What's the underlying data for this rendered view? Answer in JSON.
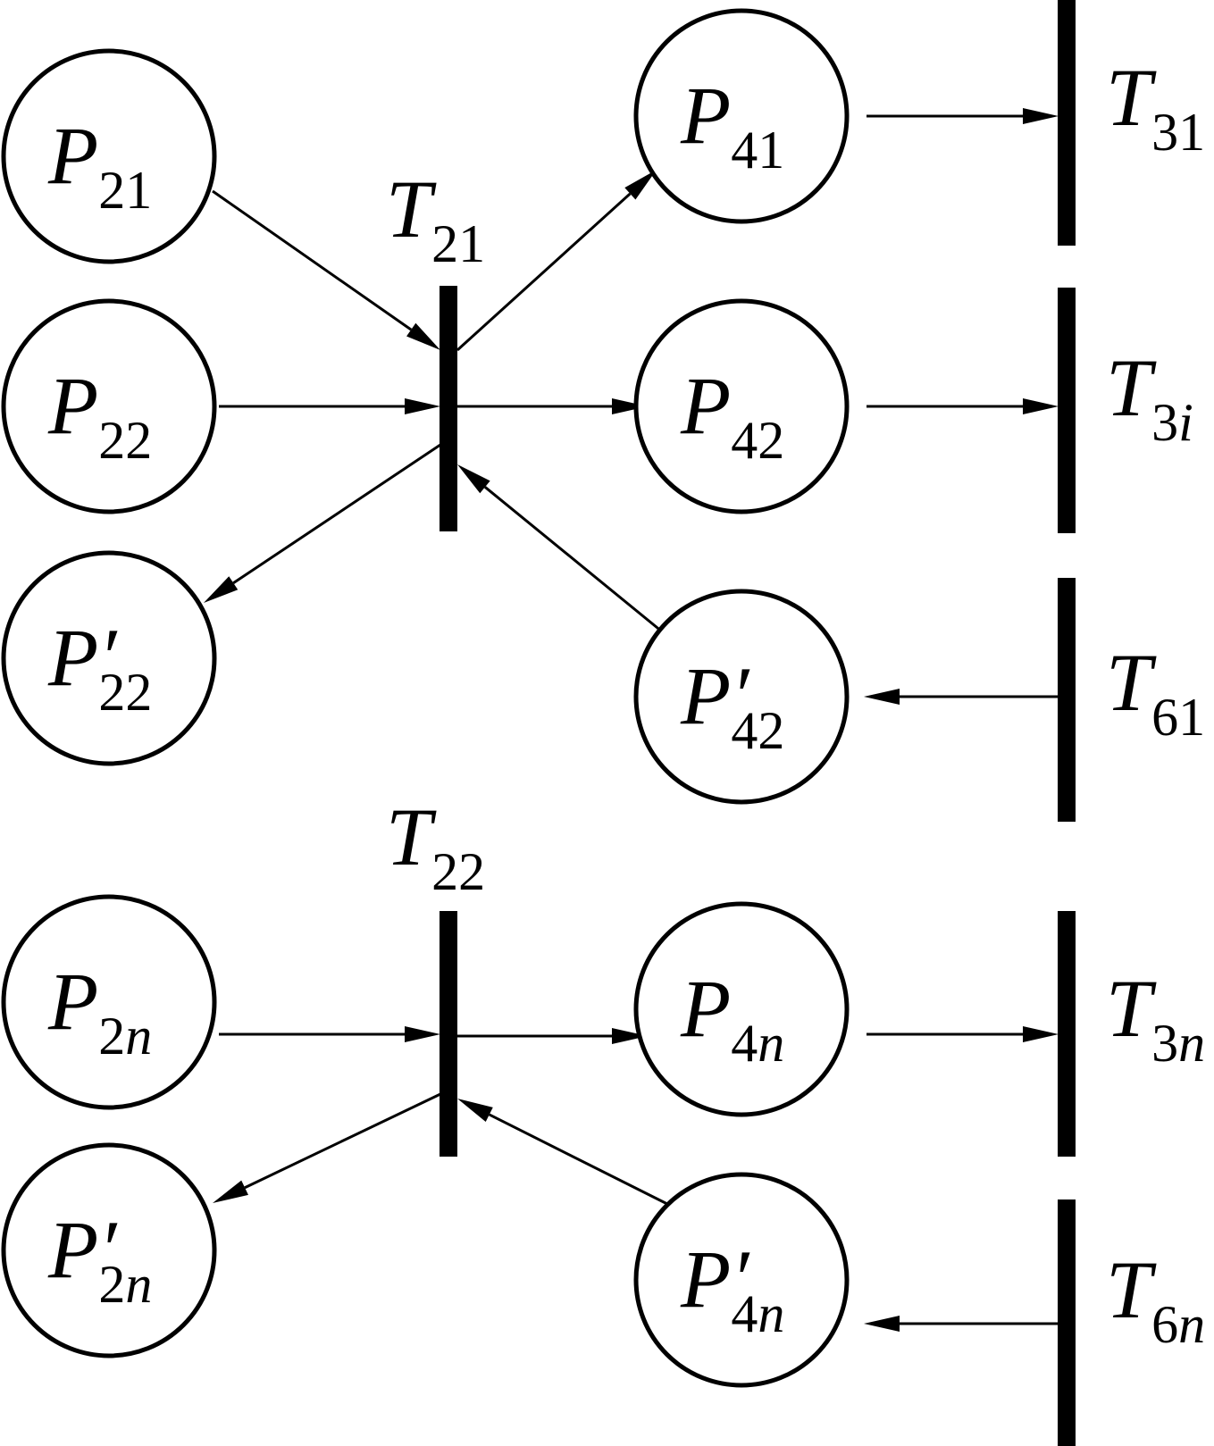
{
  "diagram": {
    "type": "petri-net",
    "colors": {
      "stroke": "#000000",
      "background": "#ffffff"
    },
    "places": [
      {
        "id": "P21",
        "main": "P",
        "prime": "",
        "sub": "21"
      },
      {
        "id": "P22",
        "main": "P",
        "prime": "",
        "sub": "22"
      },
      {
        "id": "P22p",
        "main": "P",
        "prime": "′",
        "sub": "22"
      },
      {
        "id": "P41",
        "main": "P",
        "prime": "",
        "sub": "41"
      },
      {
        "id": "P42",
        "main": "P",
        "prime": "",
        "sub": "42"
      },
      {
        "id": "P42p",
        "main": "P",
        "prime": "′",
        "sub": "42"
      },
      {
        "id": "P2n",
        "main": "P",
        "prime": "",
        "sub": "2",
        "sub_italic": "n"
      },
      {
        "id": "P2np",
        "main": "P",
        "prime": "′",
        "sub": "2",
        "sub_italic": "n"
      },
      {
        "id": "P4n",
        "main": "P",
        "prime": "",
        "sub": "4",
        "sub_italic": "n"
      },
      {
        "id": "P4np",
        "main": "P",
        "prime": "′",
        "sub": "4",
        "sub_italic": "n"
      }
    ],
    "transitions": [
      {
        "id": "T21",
        "main": "T",
        "sub": "21"
      },
      {
        "id": "T22",
        "main": "T",
        "sub": "22"
      },
      {
        "id": "T31",
        "main": "T",
        "sub": "31"
      },
      {
        "id": "T3i",
        "main": "T",
        "sub": "3",
        "sub_italic": "i"
      },
      {
        "id": "T61",
        "main": "T",
        "sub": "61"
      },
      {
        "id": "T3n",
        "main": "T",
        "sub": "3",
        "sub_italic": "n"
      },
      {
        "id": "T6n",
        "main": "T",
        "sub": "6",
        "sub_italic": "n"
      }
    ],
    "arcs": [
      {
        "from": "P21",
        "to": "T21"
      },
      {
        "from": "P22",
        "to": "T21"
      },
      {
        "from": "T21",
        "to": "P41"
      },
      {
        "from": "T21",
        "to": "P42"
      },
      {
        "from": "T21",
        "to": "P22p"
      },
      {
        "from": "P42p",
        "to": "T21"
      },
      {
        "from": "P41",
        "to": "T31"
      },
      {
        "from": "P42",
        "to": "T3i"
      },
      {
        "from": "T61",
        "to": "P42p"
      },
      {
        "from": "P2n",
        "to": "T22"
      },
      {
        "from": "T22",
        "to": "P4n"
      },
      {
        "from": "T22",
        "to": "P2np"
      },
      {
        "from": "P4np",
        "to": "T22"
      },
      {
        "from": "P4n",
        "to": "T3n"
      },
      {
        "from": "T6n",
        "to": "P4np"
      }
    ]
  }
}
